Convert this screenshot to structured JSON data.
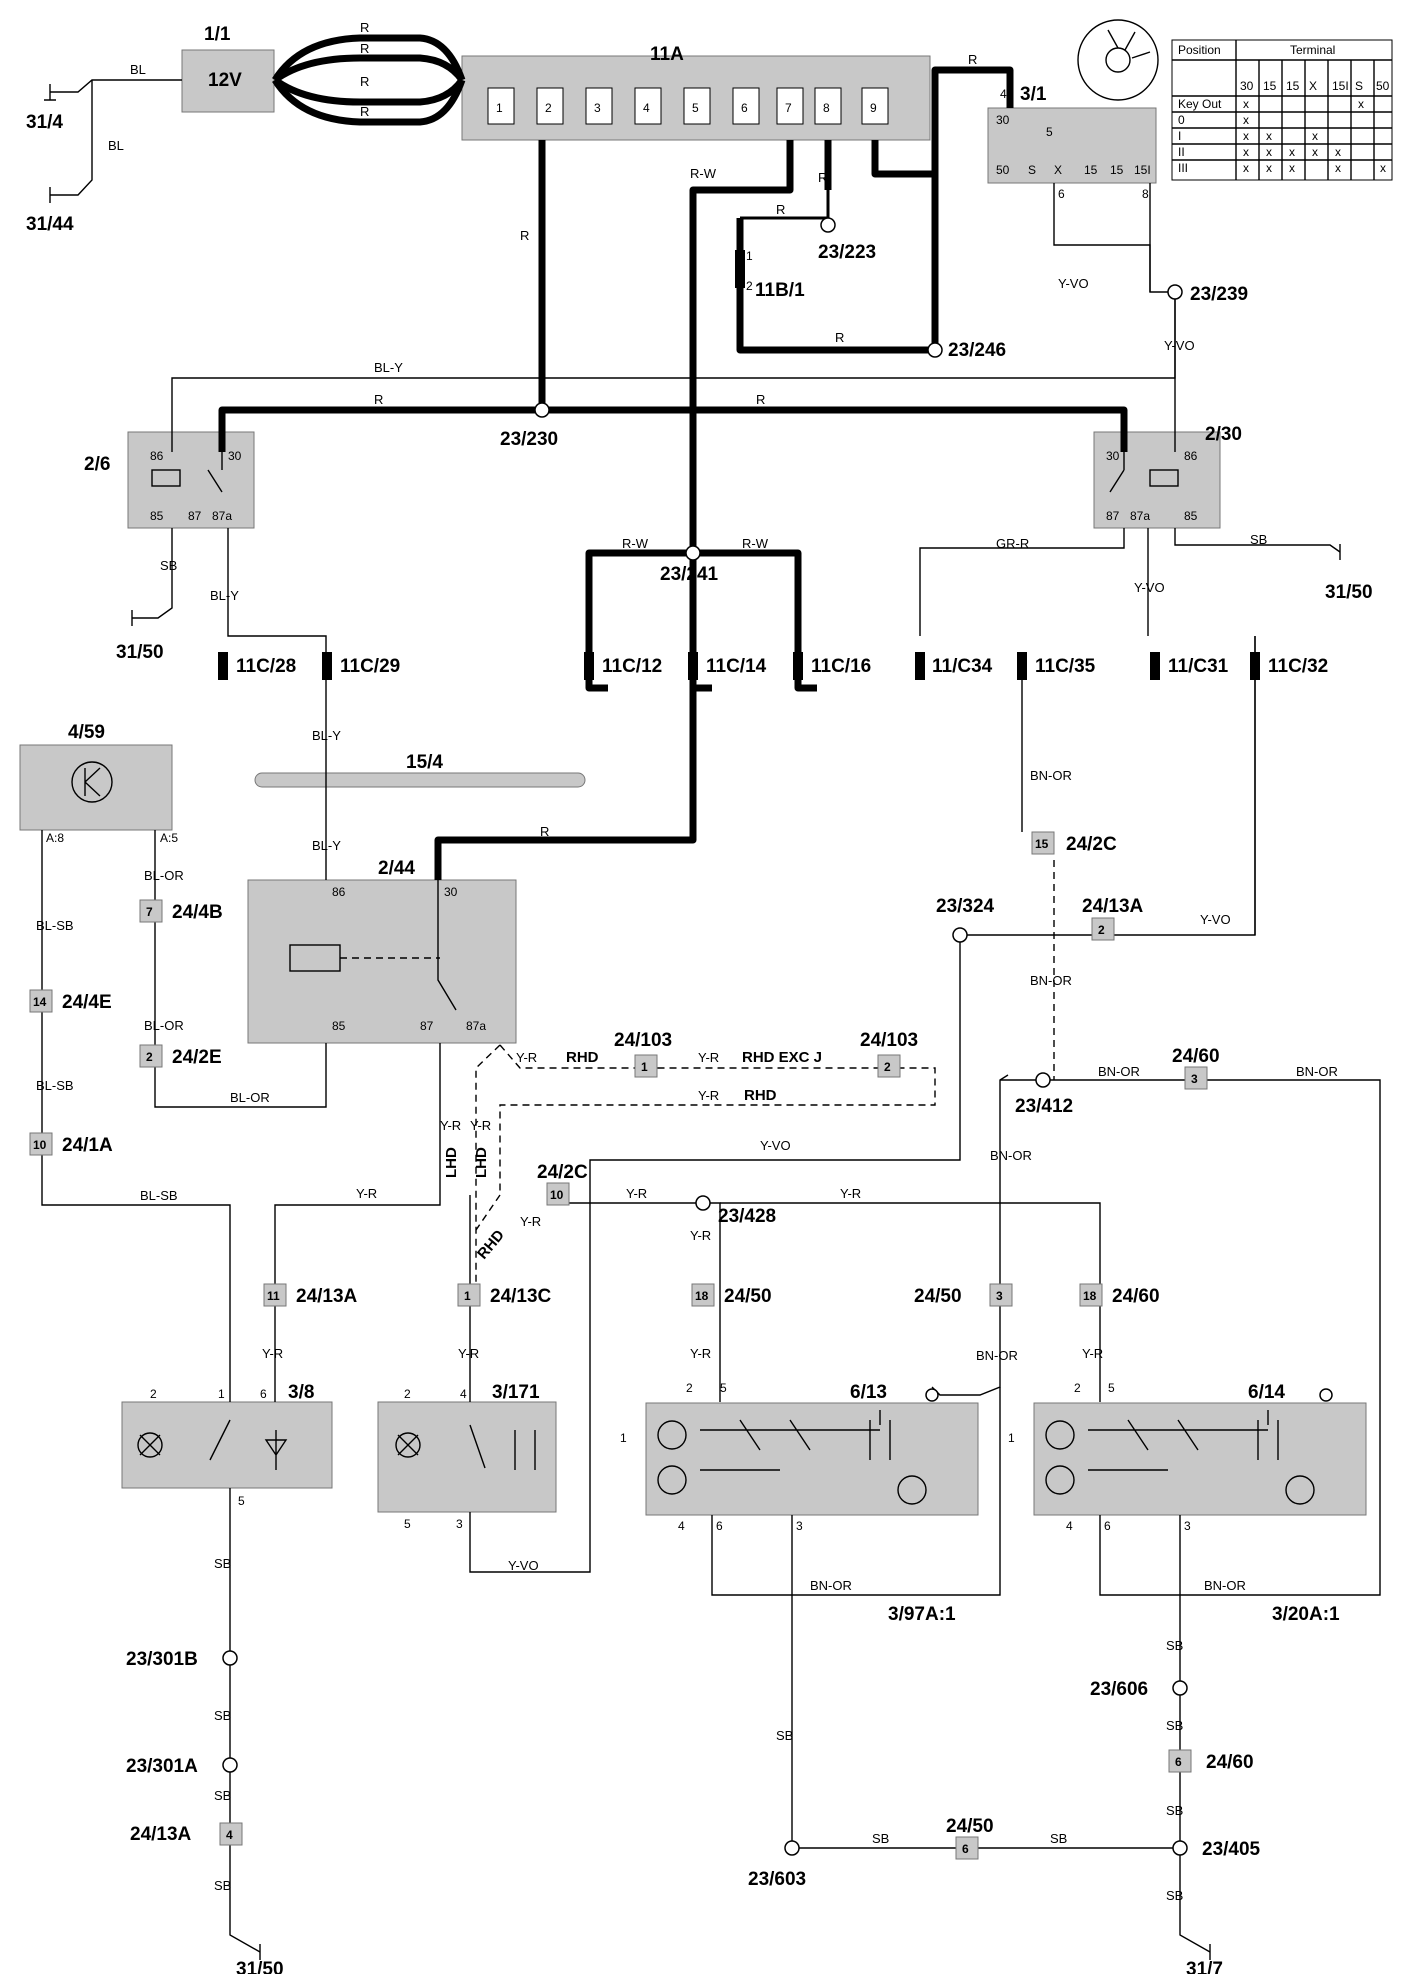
{
  "labels": {
    "bat": "1/1",
    "bat_v": "12V",
    "g_31_4": "31/4",
    "g_31_44": "31/44",
    "g_31_50a": "31/50",
    "g_31_50b": "31/50",
    "g_31_50c": "31/50",
    "g_31_7": "31/7",
    "c11A": "11A",
    "c3_1": "3/1",
    "c2_6": "2/6",
    "c2_30": "2/30",
    "c2_44": "2/44",
    "s23_223": "23/223",
    "f11B_1": "11B/1",
    "s23_246": "23/246",
    "s23_239": "23/239",
    "s23_230": "23/230",
    "s23_241": "23/241",
    "f11C_28": "11C/28",
    "f11C_29": "11C/29",
    "f11C_12": "11C/12",
    "f11C_14": "11C/14",
    "f11C_16": "11C/16",
    "f11C_34": "11/C34",
    "f11C_35": "11C/35",
    "f11C_31": "11/C31",
    "f11C_32": "11C/32",
    "c4_59": "4/59",
    "c15_4": "15/4",
    "c24_4B": "24/4B",
    "c24_4E": "24/4E",
    "c24_2E": "24/2E",
    "c24_1A": "24/1A",
    "c24_2C_a": "24/2C",
    "c24_13A_a": "24/13A",
    "s23_324": "23/324",
    "c24_103_a": "24/103",
    "c24_103_b": "24/103",
    "c24_60_a": "24/60",
    "s23_412": "23/412",
    "c24_2C_b": "24/2C",
    "s23_428": "23/428",
    "c24_13A_b": "24/13A",
    "c24_13C": "24/13C",
    "c24_50_a": "24/50",
    "c24_50_b": "24/50",
    "c24_60_b": "24/60",
    "c3_8": "3/8",
    "c3_171": "3/171",
    "c6_13": "6/13",
    "c6_14": "6/14",
    "c3_97A": "3/97A:1",
    "c3_20A": "3/20A:1",
    "s23_301B": "23/301B",
    "s23_301A": "23/301A",
    "c24_13A_c": "24/13A",
    "s23_603": "23/603",
    "c24_50_c": "24/50",
    "s23_405": "23/405",
    "s23_606": "23/606",
    "c24_60_c": "24/60"
  },
  "connector_pins": {
    "p7": "7",
    "p14": "14",
    "p2": "2",
    "p10a": "10",
    "p15": "15",
    "p2b": "2",
    "p1_103": "1",
    "p2_103": "2",
    "p3_60": "3",
    "p10b": "10",
    "p11": "11",
    "p1_13c": "1",
    "p18a": "18",
    "p3_50": "3",
    "p18b": "18",
    "p4_13a": "4",
    "p6_50": "6",
    "p6_60": "6"
  },
  "relay_pins": [
    "30",
    "86",
    "85",
    "87",
    "87a"
  ],
  "relay_2_44_pins": [
    "86",
    "30",
    "85",
    "87",
    "87a"
  ],
  "wires": {
    "w_R": "R",
    "w_RW": "R-W",
    "w_BL": "BL",
    "w_BLY": "BL-Y",
    "w_YVO": "Y-VO",
    "w_SB": "SB",
    "w_GRR": "GR-R",
    "w_BNOR": "BN-OR",
    "w_BLSB": "BL-SB",
    "w_BLOR": "BL-OR",
    "w_YR": "Y-R"
  },
  "notes": {
    "rhd": "RHD",
    "rhd_exc_j": "RHD EXC J",
    "lhd": "LHD"
  },
  "terminal_table": {
    "position_header": "Position",
    "terminal_header": "Terminal",
    "columns": [
      "30",
      "15",
      "15",
      "X",
      "15I",
      "S",
      "50"
    ],
    "rows": [
      {
        "label": "Key Out",
        "marks": [
          "x",
          "",
          "",
          "",
          "",
          "x",
          ""
        ]
      },
      {
        "label": "0",
        "marks": [
          "x",
          "",
          "",
          "",
          "",
          "",
          ""
        ]
      },
      {
        "label": "I",
        "marks": [
          "x",
          "x",
          "",
          "x",
          "",
          "",
          ""
        ]
      },
      {
        "label": "II",
        "marks": [
          "x",
          "x",
          "x",
          "x",
          "x",
          "",
          ""
        ]
      },
      {
        "label": "III",
        "marks": [
          "x",
          "x",
          "x",
          "",
          "x",
          "",
          "x"
        ]
      }
    ]
  },
  "fuse_11A": [
    "1",
    "2",
    "3",
    "4",
    "5",
    "6",
    "7",
    "8",
    "9"
  ],
  "ign_pins": {
    "p30": "30",
    "p50": "50",
    "pS": "S",
    "pX": "X",
    "p15": "15",
    "p15b": "15",
    "p15i": "15I",
    "p4": "4",
    "p6": "6",
    "p8": "8",
    "p5": "5"
  },
  "misc_pins": {
    "a8": "A:8",
    "a5": "A:5",
    "n1": "1",
    "n2": "2",
    "n3": "3",
    "n4": "4",
    "n5": "5",
    "n6": "6",
    "n9": "9"
  }
}
